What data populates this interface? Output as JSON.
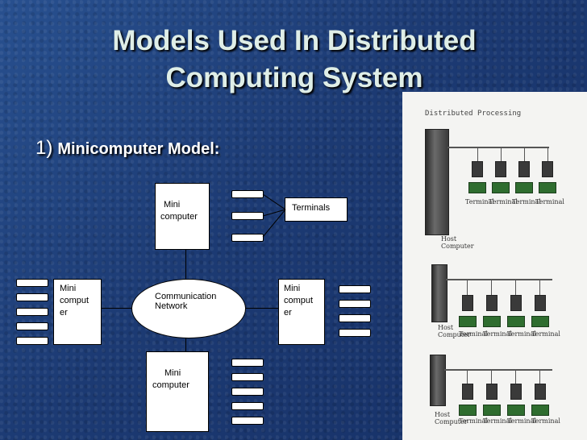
{
  "slide": {
    "title_line1": "Models Used In Distributed",
    "title_line2": "Computing System",
    "bullet_number": "1)",
    "bullet_text": "Minicomputer Model:"
  },
  "diagram": {
    "top_box": [
      "Mini",
      "computer"
    ],
    "left_box": [
      "Mini",
      "comput",
      "er"
    ],
    "right_box": [
      "Mini",
      "comput",
      "er"
    ],
    "bottom_box": [
      "Mini",
      "computer"
    ],
    "network": [
      "Communication",
      "Network"
    ],
    "terminals_label": "Terminals"
  },
  "photo": {
    "heading": "Distributed Processing",
    "host_label_1": [
      "Host",
      "Computer"
    ],
    "host_label_2": [
      "Host",
      "Computer"
    ],
    "host_label_3": [
      "Host",
      "Computer"
    ],
    "terminal_label": "Terminal"
  }
}
